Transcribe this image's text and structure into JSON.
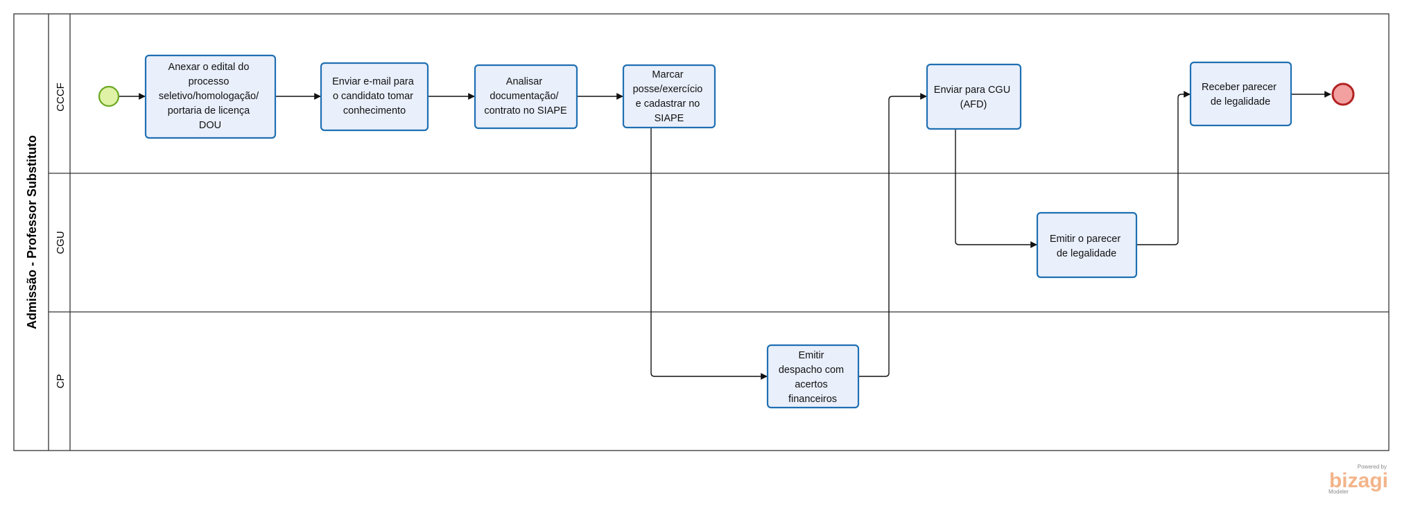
{
  "pool": {
    "title": "Admissão - Professor Substituto"
  },
  "lanes": [
    {
      "id": "cccf",
      "label": "CCCF"
    },
    {
      "id": "cgu",
      "label": "CGU"
    },
    {
      "id": "cp",
      "label": "CP"
    }
  ],
  "tasks": [
    {
      "id": "anexar",
      "lines": [
        "Anexar o edital do",
        "processo",
        "seletivo/homologação/",
        "portaria de licença",
        "DOU"
      ]
    },
    {
      "id": "enviar-email",
      "lines": [
        "Enviar e-mail para",
        "o candidato tomar",
        "conhecimento"
      ]
    },
    {
      "id": "analisar",
      "lines": [
        "Analisar",
        "documentação/",
        "contrato no SIAPE"
      ]
    },
    {
      "id": "marcar-posse",
      "lines": [
        "Marcar",
        "posse/exercício",
        "e cadastrar no",
        "SIAPE"
      ]
    },
    {
      "id": "emitir-despacho",
      "lines": [
        "Emitir",
        "despacho com",
        "acertos",
        "financeiros"
      ]
    },
    {
      "id": "enviar-cgu",
      "lines": [
        "Enviar para CGU",
        "(AFD)"
      ]
    },
    {
      "id": "emitir-parecer",
      "lines": [
        "Emitir o parecer",
        "de legalidade"
      ]
    },
    {
      "id": "receber-parecer",
      "lines": [
        "Receber parecer",
        "de legalidade"
      ]
    }
  ],
  "events": {
    "start": "start-event",
    "end": "end-event"
  },
  "branding": {
    "powered": "Powered by",
    "name": "bizagi",
    "sub": "Modeler"
  },
  "colors": {
    "task_fill": "#e9effb",
    "task_stroke": "#1f6fb2",
    "start_fill": "#dff2a6",
    "start_stroke": "#6aa821",
    "end_fill": "#f2a0a0",
    "end_stroke": "#b22222",
    "brand": "#f3b48a"
  }
}
